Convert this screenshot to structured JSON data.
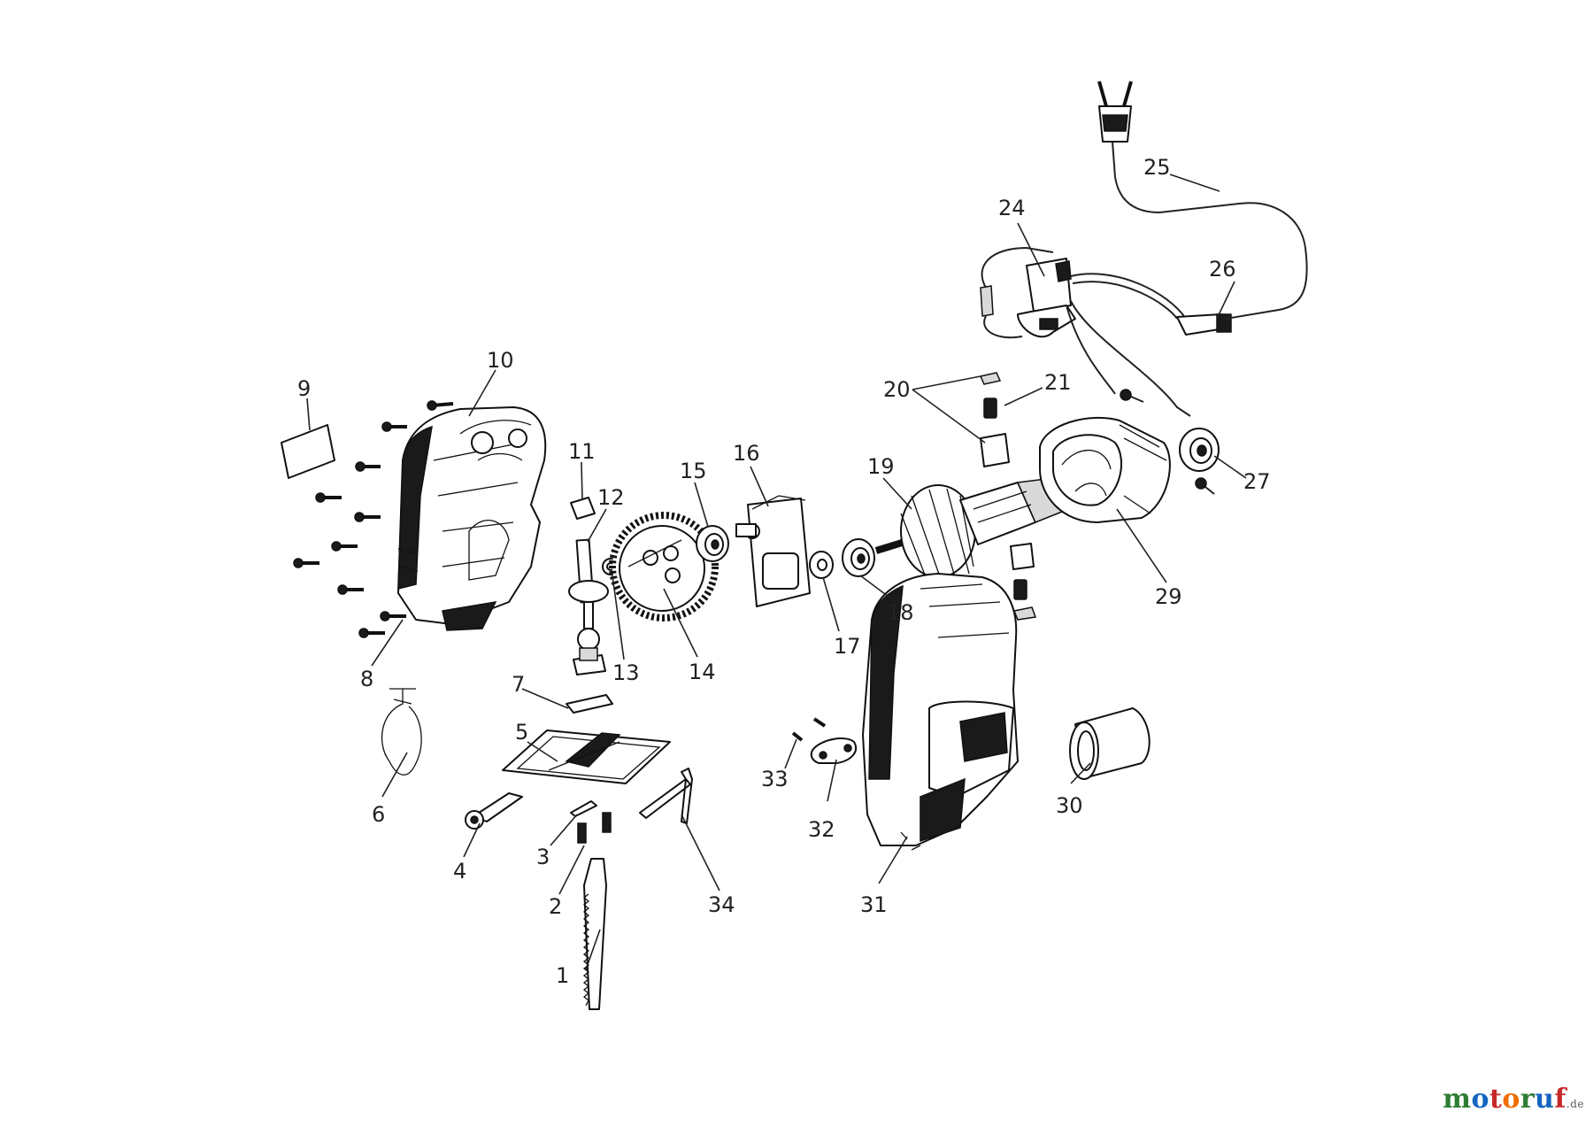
{
  "parts": [
    {
      "id": "1",
      "label": "1"
    },
    {
      "id": "2",
      "label": "2"
    },
    {
      "id": "3",
      "label": "3"
    },
    {
      "id": "4",
      "label": "4"
    },
    {
      "id": "5",
      "label": "5"
    },
    {
      "id": "6",
      "label": "6"
    },
    {
      "id": "7",
      "label": "7"
    },
    {
      "id": "8",
      "label": "8"
    },
    {
      "id": "9",
      "label": "9"
    },
    {
      "id": "10",
      "label": "10"
    },
    {
      "id": "11",
      "label": "11"
    },
    {
      "id": "12",
      "label": "12"
    },
    {
      "id": "13",
      "label": "13"
    },
    {
      "id": "14",
      "label": "14"
    },
    {
      "id": "15",
      "label": "15"
    },
    {
      "id": "16",
      "label": "16"
    },
    {
      "id": "17",
      "label": "17"
    },
    {
      "id": "18",
      "label": "18"
    },
    {
      "id": "19",
      "label": "19"
    },
    {
      "id": "20",
      "label": "20"
    },
    {
      "id": "21",
      "label": "21"
    },
    {
      "id": "24",
      "label": "24"
    },
    {
      "id": "25",
      "label": "25"
    },
    {
      "id": "26",
      "label": "26"
    },
    {
      "id": "27",
      "label": "27"
    },
    {
      "id": "29",
      "label": "29"
    },
    {
      "id": "30",
      "label": "30"
    },
    {
      "id": "31",
      "label": "31"
    },
    {
      "id": "32",
      "label": "32"
    },
    {
      "id": "33",
      "label": "33"
    },
    {
      "id": "34",
      "label": "34"
    }
  ],
  "watermark": {
    "parts": [
      {
        "text": "m",
        "color": "#2e7d32"
      },
      {
        "text": "o",
        "color": "#1565c0"
      },
      {
        "text": "t",
        "color": "#c62828"
      },
      {
        "text": "o",
        "color": "#ef6c00"
      },
      {
        "text": "r",
        "color": "#2e7d32"
      },
      {
        "text": "u",
        "color": "#1565c0"
      },
      {
        "text": "f",
        "color": "#c62828"
      }
    ],
    "suffix": ".de"
  }
}
